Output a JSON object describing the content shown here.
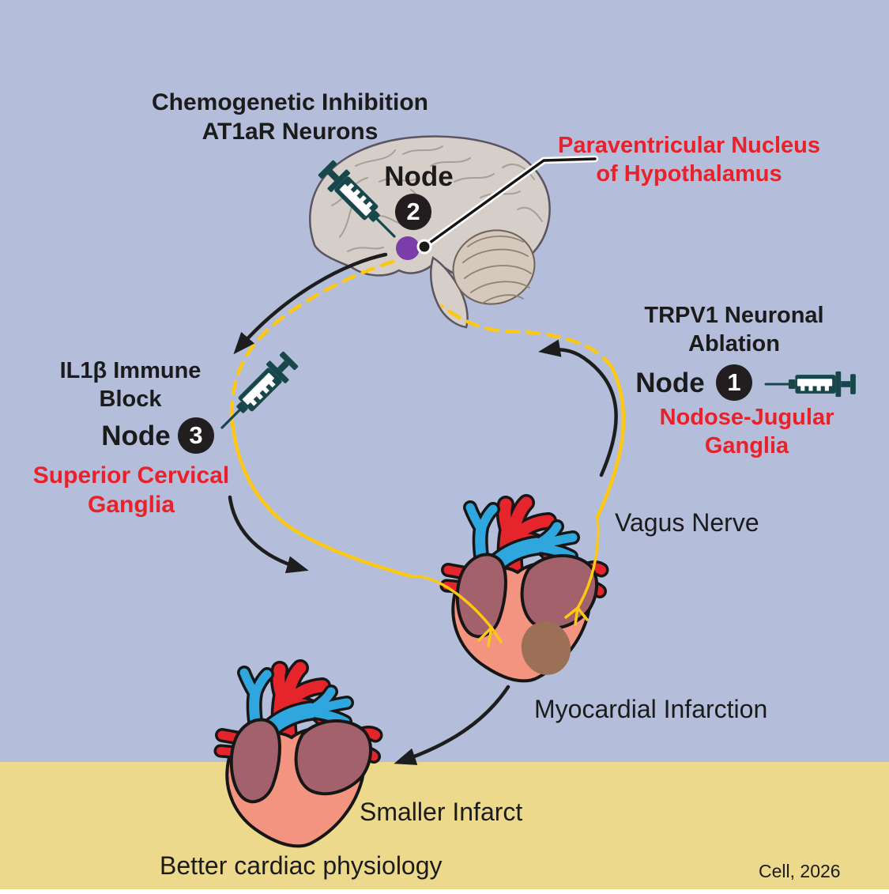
{
  "figure": {
    "attribution": "Cell, 2026"
  },
  "background": {
    "top": "#b4bedb",
    "bottom": "#edd98c",
    "footer_strip": "#ffffff"
  },
  "palette": {
    "label_red": "#e8212a",
    "text_black": "#1b1b1b",
    "nerve_yellow": "#fcc813",
    "node_badge_black": "#221e1f",
    "syringe_teal": "#17474b",
    "pvn_purple": "#7b3ea8",
    "brain_fill": "#d5cec9",
    "heart_body": "#f2947f",
    "heart_atria": "#a2616b",
    "artery_red": "#e5242b",
    "vein_blue": "#2fa7de",
    "infarct_brown": "#9b7057"
  },
  "node2": {
    "intervention_line1": "Chemogenetic Inhibition",
    "intervention_line2": "AT1aR Neurons",
    "node_word": "Node",
    "number": "2",
    "site_line1": "Paraventricular Nucleus",
    "site_line2": "of Hypothalamus"
  },
  "node1": {
    "intervention_line1": "TRPV1 Neuronal",
    "intervention_line2": "Ablation",
    "node_word": "Node",
    "number": "1",
    "site_line1": "Nodose-Jugular",
    "site_line2": "Ganglia"
  },
  "node3": {
    "intervention_line1": "IL1β Immune",
    "intervention_line2": "Block",
    "node_word": "Node",
    "number": "3",
    "site_line1": "Superior Cervical",
    "site_line2": "Ganglia"
  },
  "labels": {
    "vagus_nerve": "Vagus Nerve",
    "myocardial_infarction": "Myocardial Infarction",
    "smaller_infarct": "Smaller Infarct",
    "better_physiology": "Better cardiac physiology"
  }
}
